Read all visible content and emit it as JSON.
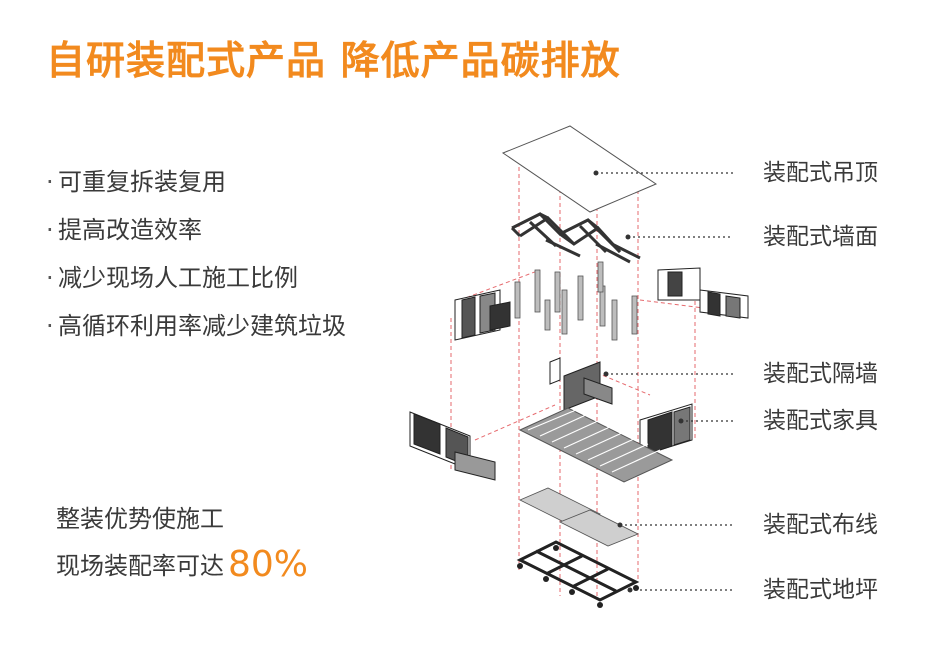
{
  "title": "自研装配式产品 降低产品碳排放",
  "accent_color": "#f28a1e",
  "bullet_marker": "·",
  "bullets": [
    "可重复拆装复用",
    "提高改造效率",
    "减少现场人工施工比例",
    "高循环利用率减少建筑垃圾"
  ],
  "summary": {
    "line1": "整装优势使施工",
    "line2": "现场装配率可达",
    "value": "80%"
  },
  "labels": [
    "装配式吊顶",
    "装配式墙面",
    "装配式隔墙",
    "装配式家具",
    "装配式布线",
    "装配式地坪"
  ]
}
